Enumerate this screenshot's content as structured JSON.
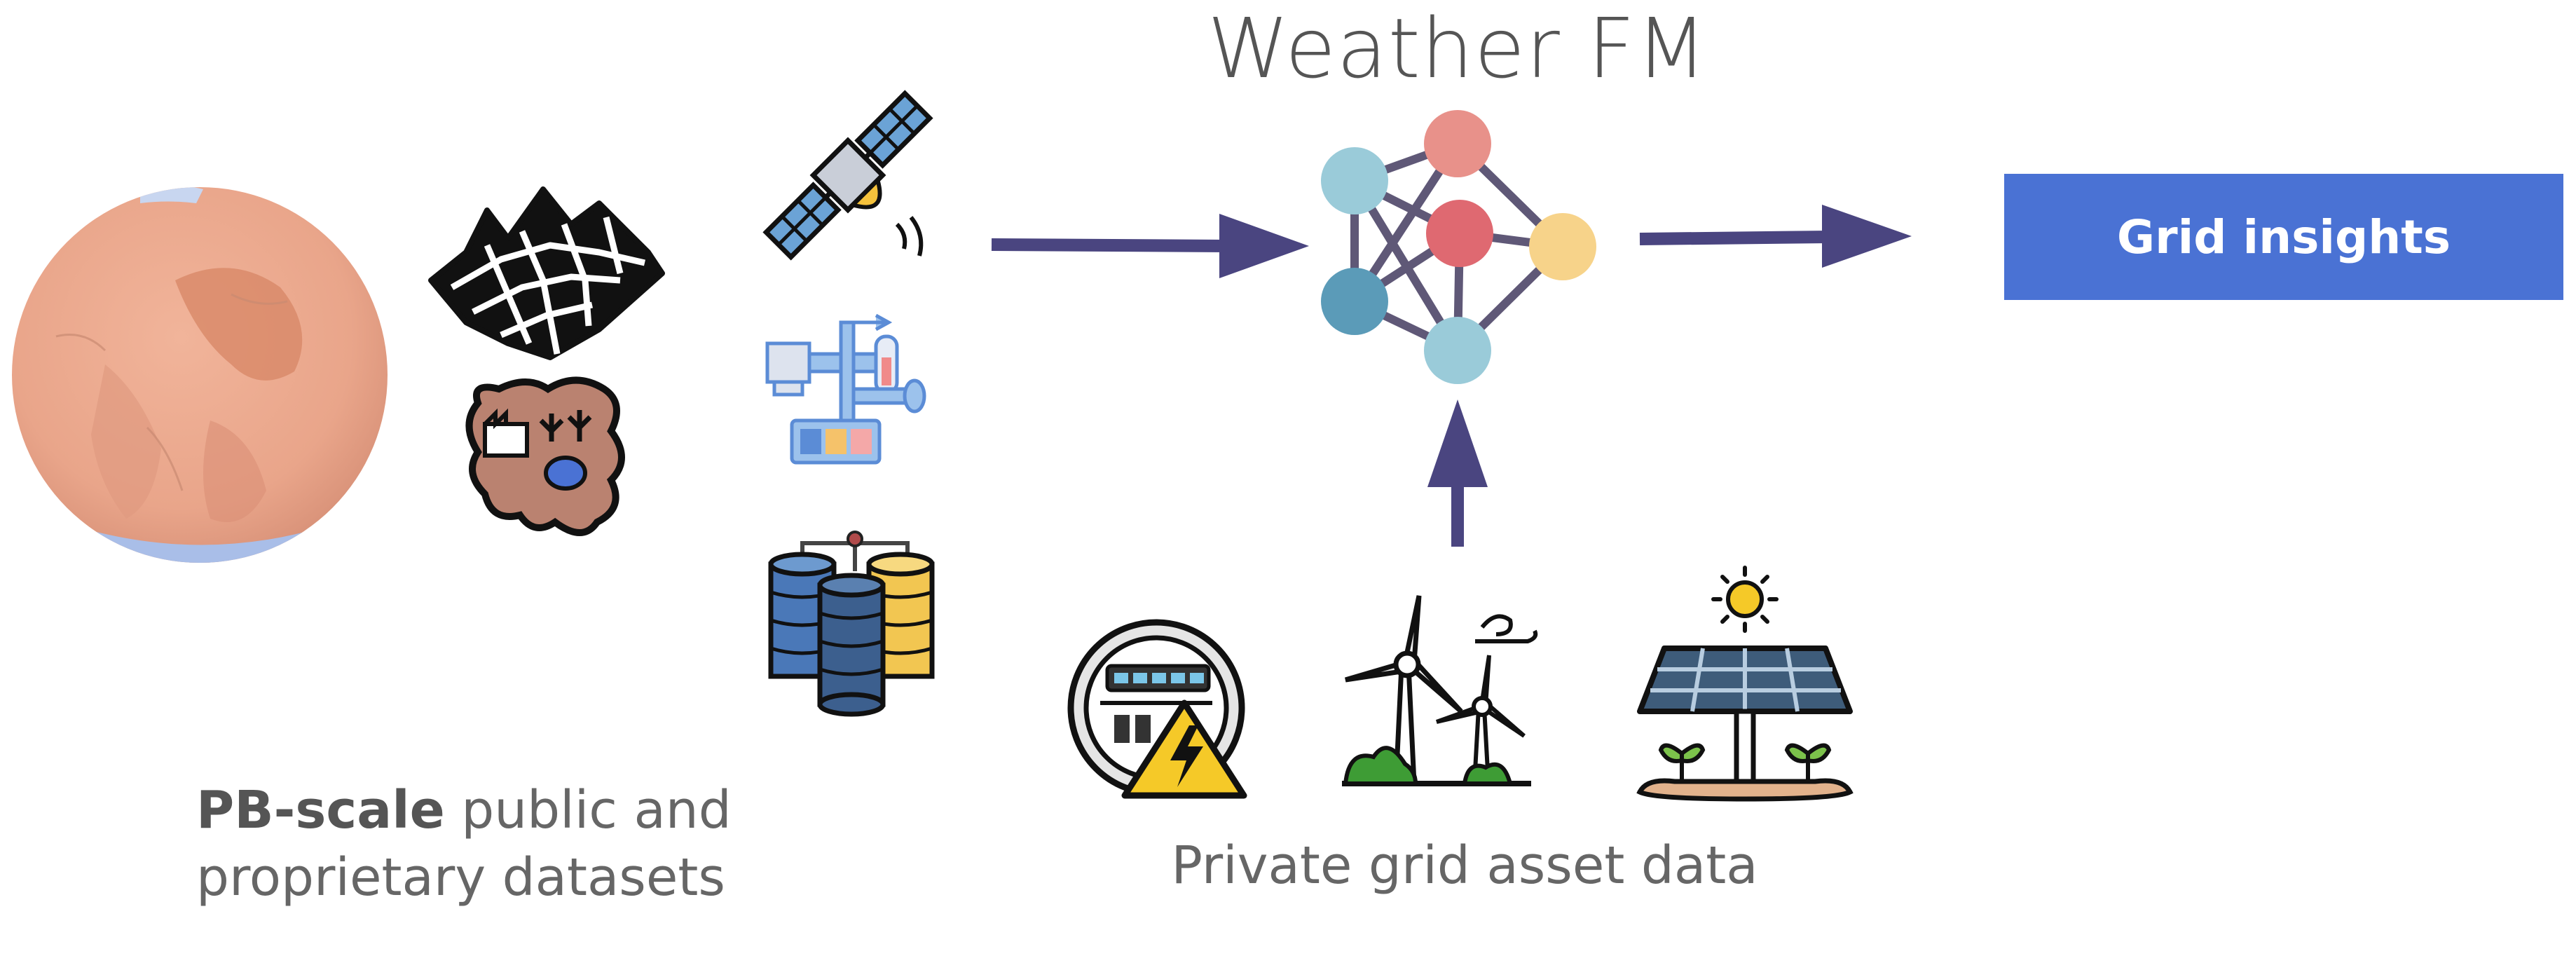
{
  "title": "Weather FM",
  "output_box": {
    "label": "Grid insights",
    "color": "#4A72D4"
  },
  "captions": {
    "datasets_bold": "PB-scale",
    "datasets_rest_line1": " public and",
    "datasets_line2": "proprietary datasets",
    "grid_assets": "Private grid asset data"
  },
  "colors": {
    "arrow": "#4A4580",
    "node_teal": "#9ACBD9",
    "node_dark_teal": "#5B9BB8",
    "node_salmon": "#E8918A",
    "node_red": "#DF6971",
    "node_yellow": "#F7D38A",
    "edge": "#5F5877",
    "globe": "#E9A58A",
    "globe_dark": "#D88868",
    "globe_ice": "#5A7FD0"
  },
  "icons": [
    "globe-temperature-map-icon",
    "terrain-mesh-icon",
    "land-use-map-icon",
    "satellite-icon",
    "weather-station-icon",
    "database-cluster-icon",
    "neural-network-icon",
    "electric-meter-icon",
    "wind-turbines-icon",
    "solar-panel-icon"
  ]
}
